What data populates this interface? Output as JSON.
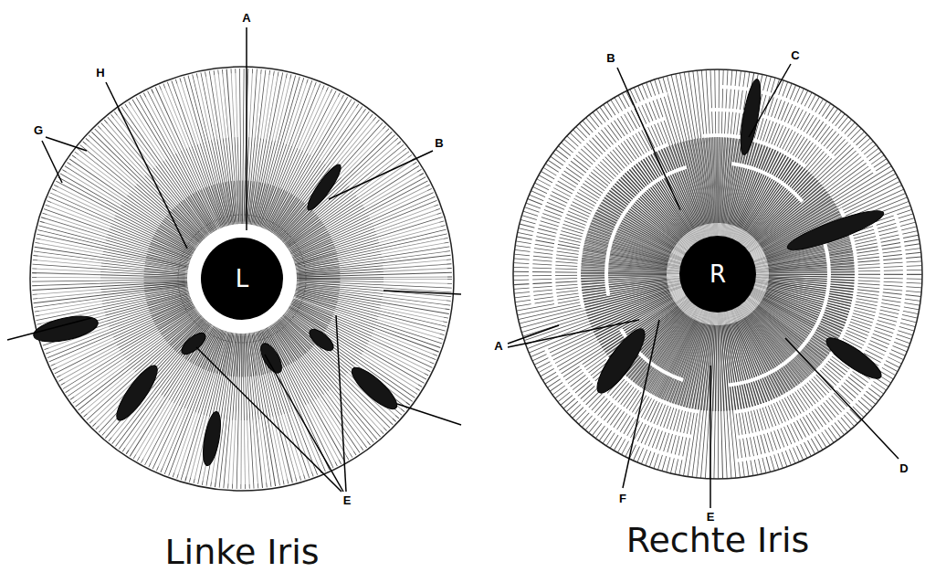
{
  "diagram": {
    "nodes": [
      {
        "text": [
          "Linke Iris"
        ]
      },
      {
        "text": [
          "L"
        ],
        "in": 0
      },
      {
        "text": [
          "Rechte Iris"
        ]
      },
      {
        "text": [
          "R"
        ],
        "in": 2
      }
    ],
    "labels": [
      "A",
      "H",
      "G",
      "B",
      "E",
      "B",
      "C",
      "A",
      "F",
      "E",
      "D"
    ]
  }
}
